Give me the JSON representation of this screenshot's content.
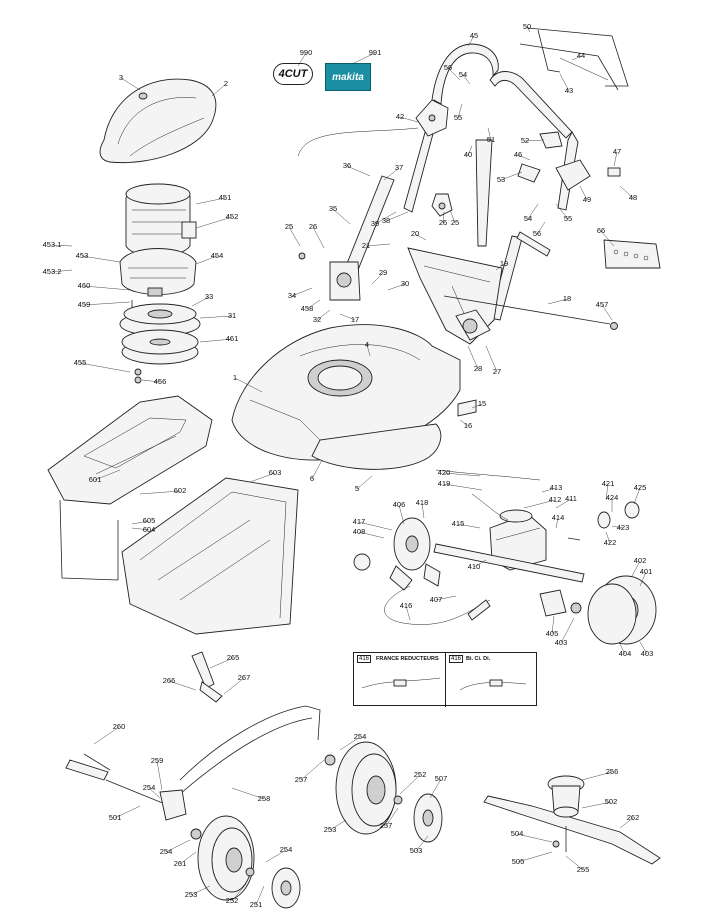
{
  "page": {
    "view": "exploded parts diagram"
  },
  "logos": {
    "four_cut_text": "4CUT",
    "makita_text": "makita",
    "makita_color": "#1a8fa3"
  },
  "variant_box": {
    "left_code": "416",
    "left_title": "FRANCE REDUCTEURS",
    "right_code": "416",
    "right_title": "Bi. Ci. Di."
  },
  "callouts": [
    "990",
    "991",
    "45",
    "50",
    "44",
    "43",
    "3",
    "2",
    "56",
    "54",
    "42",
    "55",
    "51",
    "52",
    "46",
    "47",
    "40",
    "53",
    "49",
    "48",
    "36",
    "37",
    "451",
    "452",
    "35",
    "25",
    "26",
    "39",
    "38",
    "26",
    "25",
    "54",
    "55",
    "56",
    "66",
    "453.1",
    "453",
    "454",
    "21",
    "20",
    "19",
    "453.2",
    "29",
    "460",
    "30",
    "18",
    "34",
    "459",
    "458",
    "33",
    "32",
    "31",
    "17",
    "457",
    "461",
    "4",
    "28",
    "27",
    "455",
    "456",
    "1",
    "15",
    "16",
    "6",
    "5",
    "603",
    "601",
    "602",
    "605",
    "604",
    "420",
    "419",
    "413",
    "421",
    "425",
    "406",
    "418",
    "412",
    "411",
    "424",
    "417",
    "408",
    "415",
    "414",
    "423",
    "422",
    "410",
    "402",
    "401",
    "407",
    "416",
    "405",
    "403",
    "404",
    "403",
    "265",
    "266",
    "267",
    "260",
    "254",
    "257",
    "258",
    "259",
    "254",
    "252",
    "507",
    "256",
    "501",
    "502",
    "262",
    "253",
    "257",
    "254",
    "261",
    "503",
    "504",
    "505",
    "255",
    "253",
    "254",
    "252",
    "251"
  ]
}
